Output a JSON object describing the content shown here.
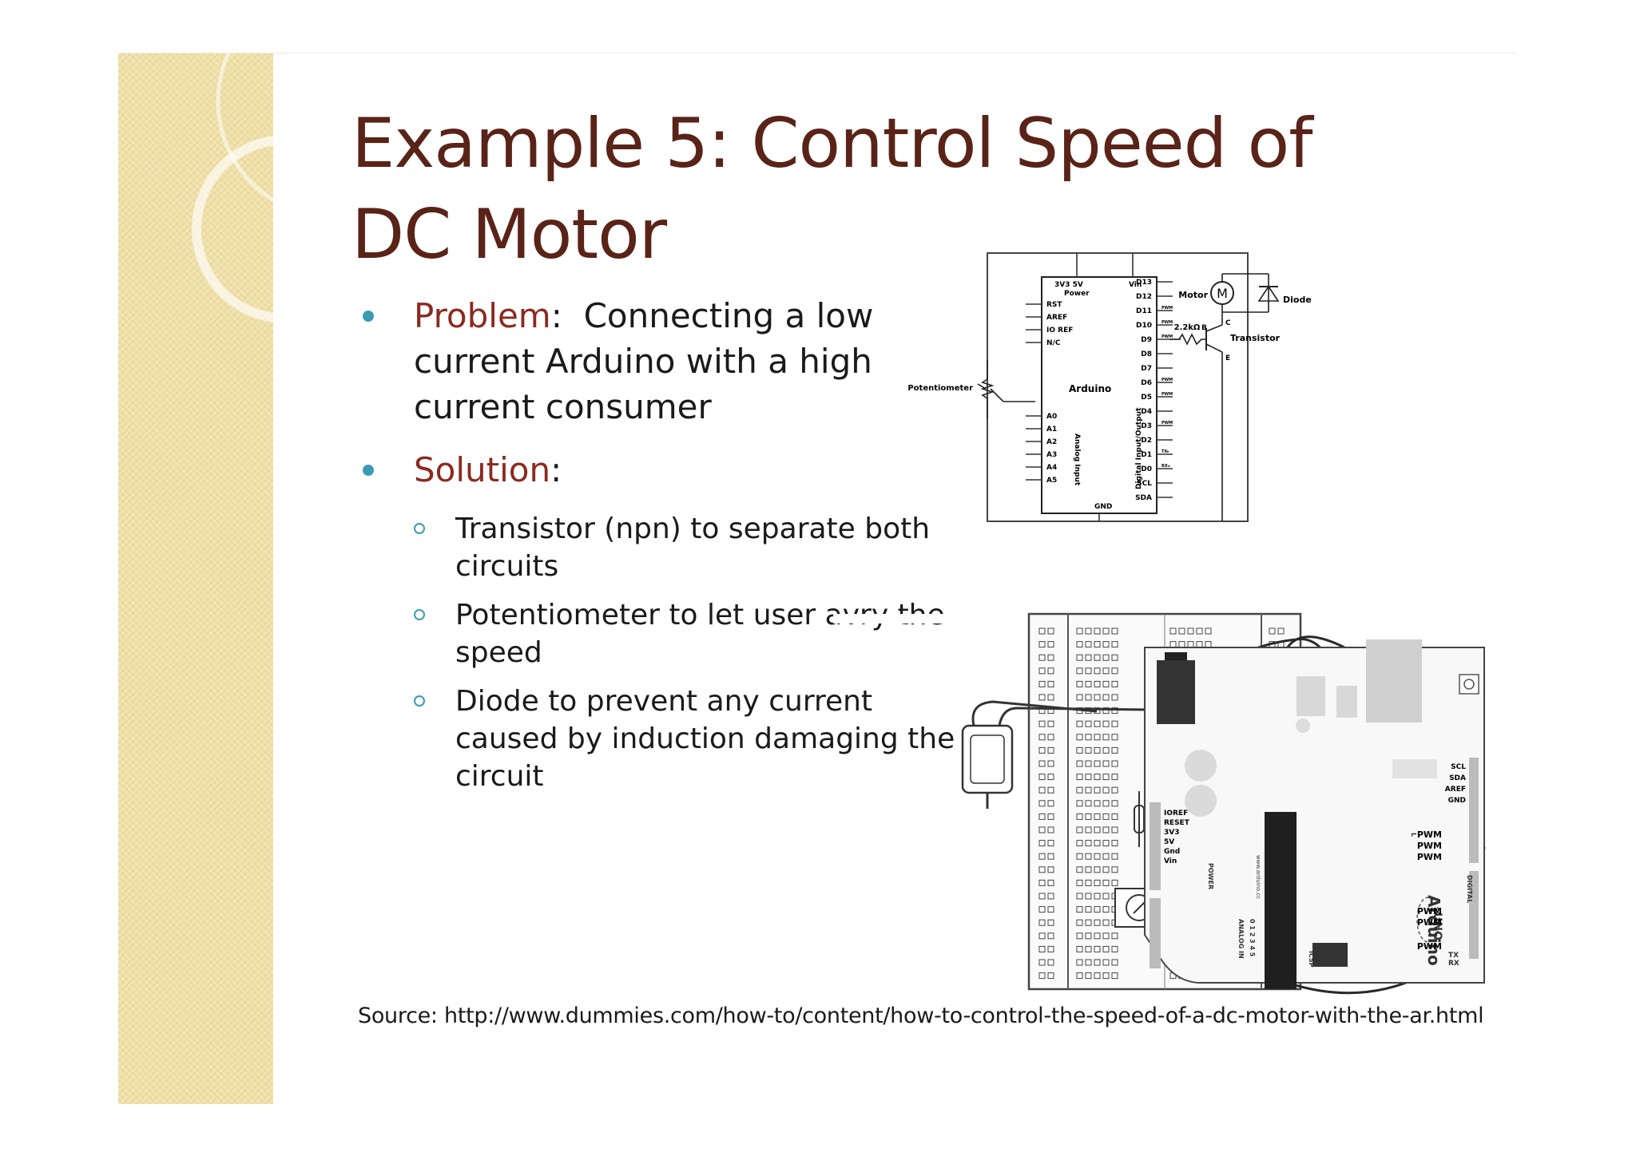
{
  "slide": {
    "title": "Example 5: Control Speed of DC Motor",
    "bullets": [
      {
        "lead": "Problem",
        "sep": ":",
        "text": "  Connecting a low current Arduino with a high current consumer"
      },
      {
        "lead": "Solution",
        "sep": ":",
        "text": ""
      }
    ],
    "sub_bullets": [
      "Transistor (npn) to separate both circuits",
      "Potentiometer to let user avry the speed",
      "Diode to prevent any current caused by induction damaging the circuit"
    ],
    "source": "Source: http://www.dummies.com/how-to/content/how-to-control-the-speed-of-a-dc-motor-with-the-ar.html"
  },
  "schematic": {
    "board": "Arduino",
    "power_header": "3V3 5V",
    "power_label": "Power",
    "vin": "Vin",
    "left_pins": [
      "RST",
      "AREF",
      "IO REF",
      "N/C"
    ],
    "analog_pins": [
      "A0",
      "A1",
      "A2",
      "A3",
      "A4",
      "A5"
    ],
    "analog_label": "Analog Input",
    "digital_pins": [
      "D13",
      "D12",
      "D11",
      "D10",
      "D9",
      "D8",
      "D7",
      "D6",
      "D5",
      "D4",
      "D3",
      "D2",
      "D1",
      "D0",
      "SCL",
      "SDA"
    ],
    "digital_label": "Digital Input/Output",
    "pwm": "PWM",
    "tx": "TX▸",
    "rx": "RX◂",
    "gnd": "GND",
    "motor": "Motor",
    "motor_symbol": "M",
    "diode": "Diode",
    "resistor": "2.2kΩ",
    "transistor": "Transistor",
    "pin_b": "B",
    "pin_c": "C",
    "pin_e": "E",
    "potentiometer": "Potentiometer"
  },
  "breadboard_board": {
    "left_header": [
      "IOREF",
      "RESET",
      "3V3",
      "5V",
      "Gnd",
      "Vin"
    ],
    "power_label": "POWER",
    "analog_label": "ANALOG IN",
    "analog_numbers": "0 1 2 3 4 5",
    "right_header": [
      "SCL",
      "SDA",
      "AREF",
      "GND"
    ],
    "pwm_labels": [
      "PWM",
      "PWM",
      "PWM",
      "PWM",
      "PWM",
      "PWM"
    ],
    "board_name": "Arduino",
    "uno": "UNO",
    "digital_label": "DIGITAL",
    "url": "www.arduino.cc",
    "tx": "TX",
    "rx": "RX",
    "icsp": "ICSP",
    "led_l": "L"
  },
  "colors": {
    "title": "#5a2318",
    "lead": "#8b2a20",
    "bullet": "#3b9bb4",
    "side_band": "#efe0a8"
  }
}
